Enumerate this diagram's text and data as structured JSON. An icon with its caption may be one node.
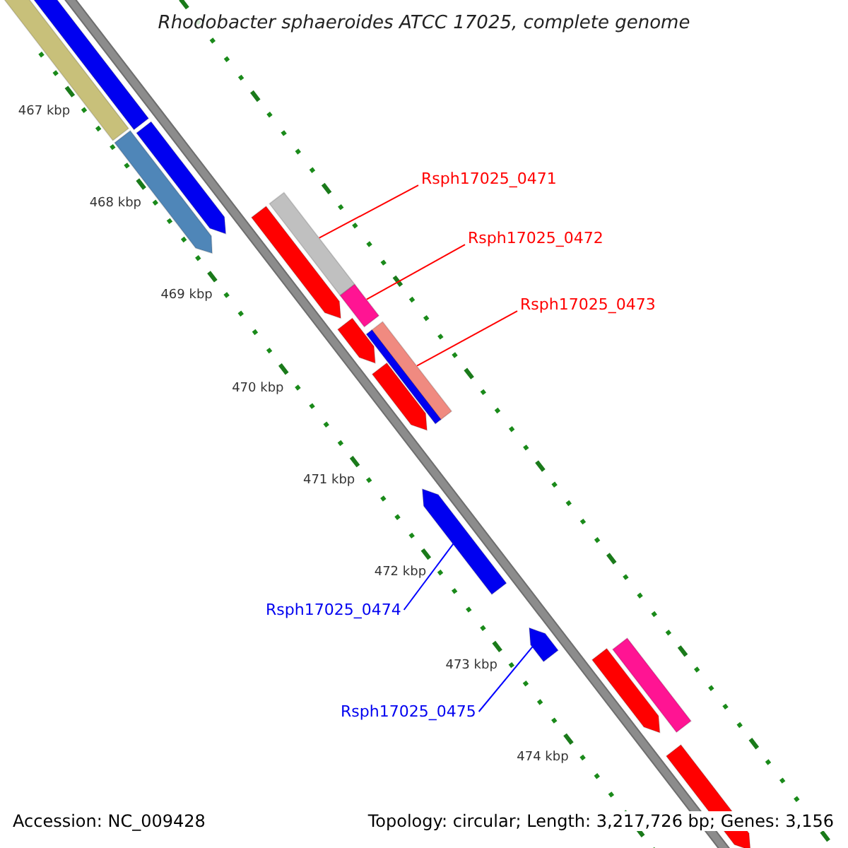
{
  "diagram": {
    "title": "Rhodobacter sphaeroides ATCC 17025, complete genome",
    "nodes": [
      {
        "text": [
          "Rsph17025_0471"
        ]
      },
      {
        "text": [],
        "shape": "box"
      },
      {
        "text": [
          "Rsph17025_0472"
        ]
      },
      {
        "text": [],
        "shape": "box"
      },
      {
        "text": [
          "Rsph17025_0473"
        ]
      },
      {
        "text": [],
        "shape": "box"
      },
      {
        "text": [
          "Rsph17025_0474"
        ]
      },
      {
        "text": [],
        "shape": "box"
      },
      {
        "text": [
          "Rsph17025_0475"
        ]
      },
      {
        "text": [],
        "shape": "box"
      },
      {
        "text": [],
        "shape": "box"
      },
      {
        "text": [],
        "shape": "box"
      },
      {
        "text": [],
        "shape": "box"
      },
      {
        "text": [],
        "shape": "box"
      },
      {
        "text": [],
        "shape": "box"
      },
      {
        "text": [],
        "shape": "box"
      },
      {
        "text": [],
        "shape": "box"
      },
      {
        "text": [],
        "shape": "box"
      },
      {
        "text": [],
        "shape": "box"
      },
      {
        "text": [],
        "shape": "box"
      },
      {
        "text": [],
        "shape": "box"
      }
    ],
    "edges": [
      {
        "from": 0,
        "to": 1,
        "arrow": "none",
        "color": "#ff0000"
      },
      {
        "from": 2,
        "to": 3,
        "arrow": "none",
        "color": "#ff0000"
      },
      {
        "from": 4,
        "to": 5,
        "arrow": "none",
        "color": "#ff0000"
      },
      {
        "from": 6,
        "to": 7,
        "arrow": "none",
        "color": "#0000ff"
      },
      {
        "from": 8,
        "to": 9,
        "arrow": "none",
        "color": "#0000ff"
      }
    ],
    "labels": [
      "467 kbp",
      "468 kbp",
      "469 kbp",
      "470 kbp",
      "471 kbp",
      "472 kbp",
      "473 kbp",
      "474 kbp",
      "Accession: NC_009428",
      "Topology: circular; Length: 3,217,726 bp; Genes: 3,156"
    ]
  }
}
